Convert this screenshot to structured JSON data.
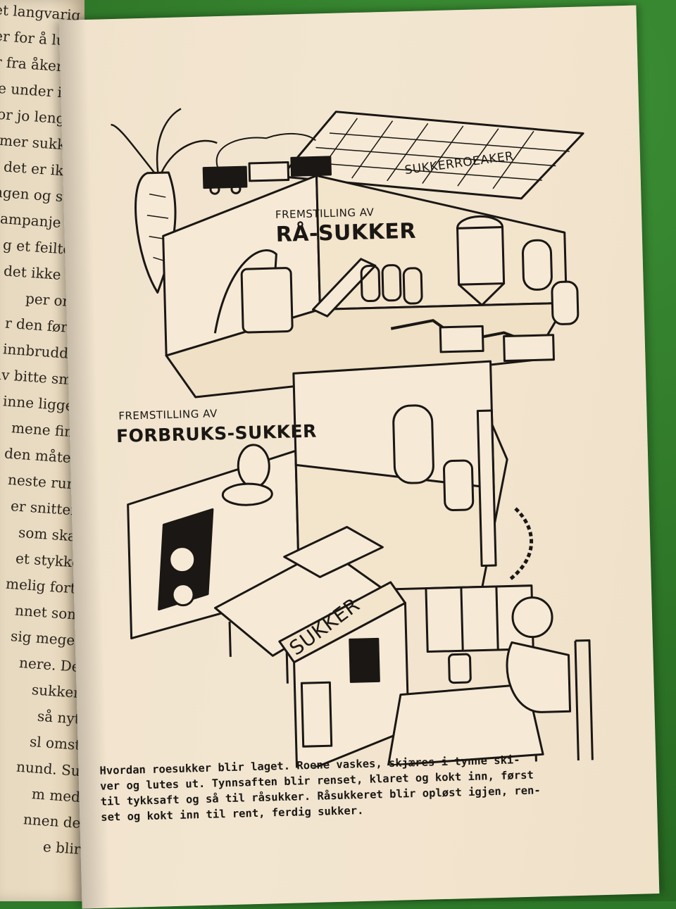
{
  "left_page": {
    "fragments": [
      "et langvarig",
      "er for å lure",
      "er fra åkeren",
      "e under inn",
      "or jo lenger",
      "mer sukker",
      "det er ikke",
      "ngen og suk",
      "ampanje er",
      "g et feiltog",
      "det ikke er",
      "per om.",
      "r den først",
      "innbrudds-",
      "av bitte små",
      "inne ligger",
      "mene fins",
      "den måten",
      "neste rum",
      "er snitter,",
      "som skal",
      "et stykke",
      "melig fort.",
      "nnet som",
      "sig meget",
      "nere. De",
      "sukker",
      "så nyt",
      "sl omst",
      "nund. Su",
      "m med",
      "nnen de",
      "e blir"
    ]
  },
  "illustration": {
    "label_field": "SUKKERROEAKER",
    "label_raw_small": "FREMSTILLING AV",
    "label_raw_big": "RÅ-SUKKER",
    "label_consumer_small": "FREMSTILLING AV",
    "label_consumer_big": "FORBRUKS-SUKKER",
    "label_shop": "SUKKER"
  },
  "caption": {
    "lines": [
      "Hvordan roesukker blir laget. Roene vaskes, skjæres i tynne ski-",
      "ver og lutes ut. Tynnsaften blir renset, klaret og kokt inn, først",
      "til tykksaft og så til råsukker. Råsukkeret blir opløst igjen, ren-",
      "set og kokt inn til rent, ferdig sukker."
    ]
  },
  "colors": {
    "paper": "#f1e3cc",
    "ink": "#1a1714",
    "felt": "#2f7a2a"
  }
}
